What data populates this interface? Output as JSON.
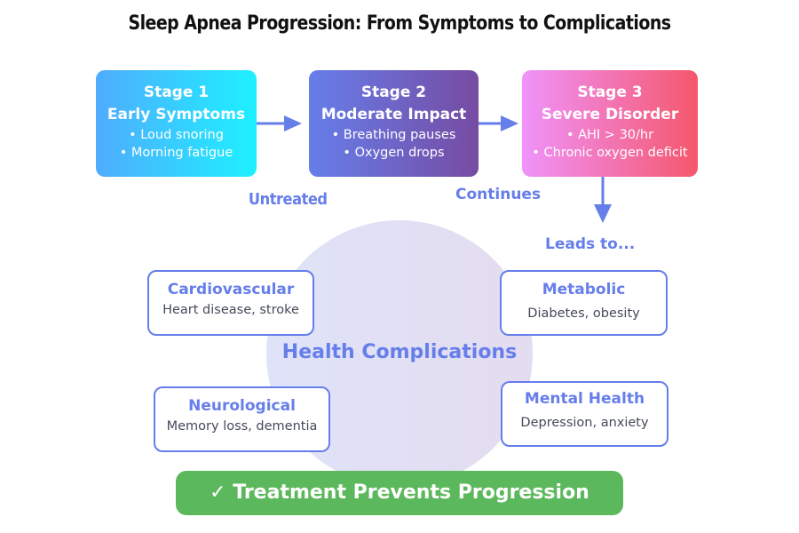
{
  "title": "Sleep Apnea Progression: From Symptoms to Complications",
  "stages": [
    {
      "label": "Stage 1",
      "name": "Early Symptoms",
      "bullets": [
        "• Loud snoring",
        "• Morning fatigue"
      ]
    },
    {
      "label": "Stage 2",
      "name": "Moderate Impact",
      "bullets": [
        "• Breathing pauses",
        "• Oxygen drops"
      ]
    },
    {
      "label": "Stage 3",
      "name": "Severe Disorder",
      "bullets": [
        "• AHI > 30/hr",
        "• Chronic oxygen deficit"
      ]
    }
  ],
  "connectors": {
    "untreated": "Untreated",
    "continues": "Continues",
    "leads_to": "Leads to..."
  },
  "center_label": "Health Complications",
  "complications": [
    {
      "name": "Cardiovascular",
      "desc": "Heart disease, stroke"
    },
    {
      "name": "Metabolic",
      "desc": "Diabetes, obesity"
    },
    {
      "name": "Neurological",
      "desc": "Memory loss, dementia"
    },
    {
      "name": "Mental Health",
      "desc": "Depression, anxiety"
    }
  ],
  "treatment": "✓ Treatment Prevents Progression",
  "colors": {
    "accent": "#667eea",
    "treatment": "#5cb85c"
  }
}
